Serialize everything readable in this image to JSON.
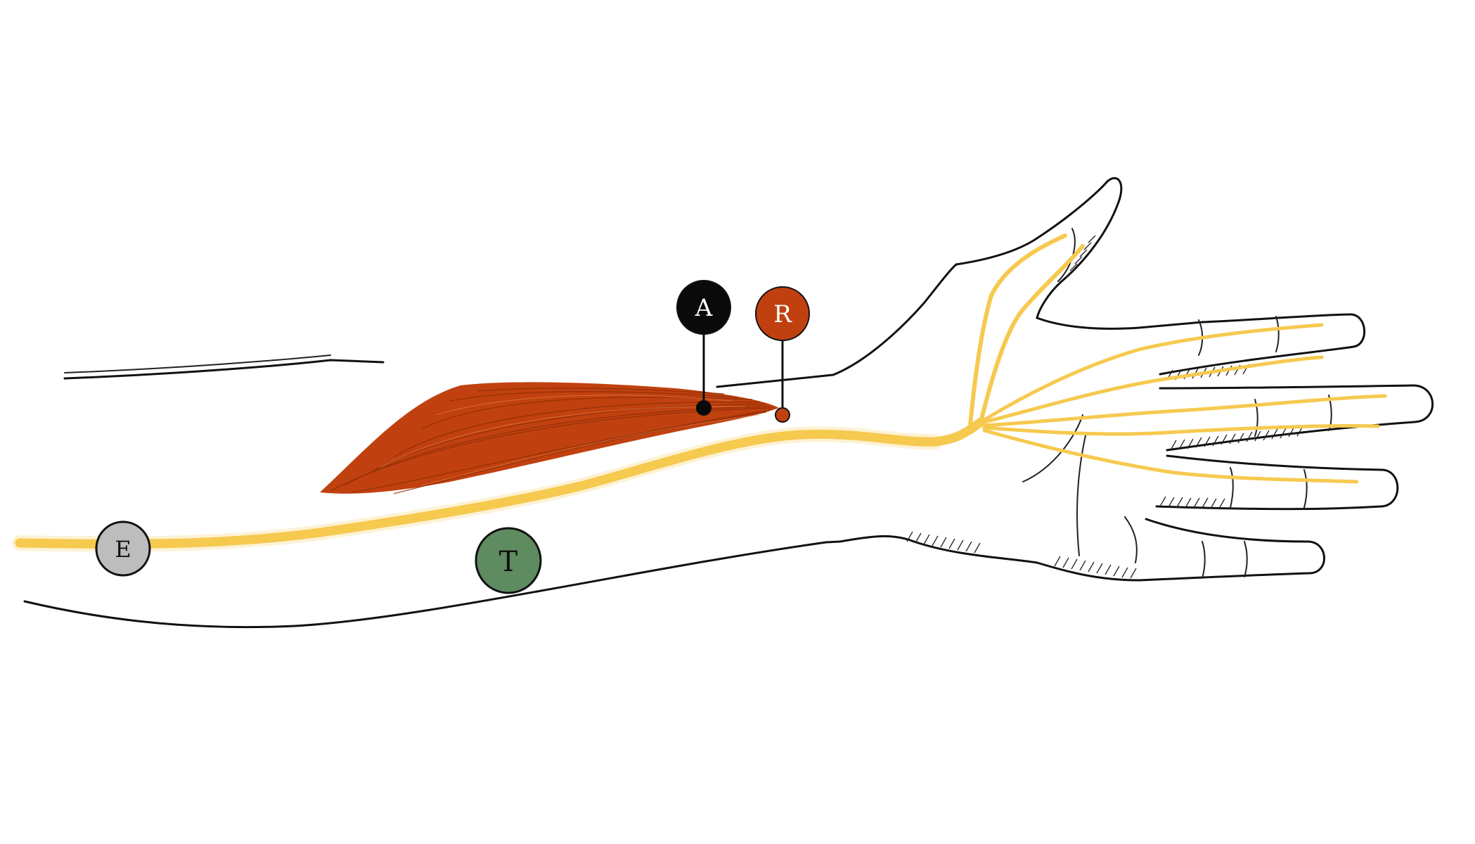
{
  "markers": [
    {
      "id": "A",
      "label": "A",
      "fill": "#0a0a0a",
      "text_color": "#ffffff",
      "has_pin": true,
      "pin_color": "#0a0a0a"
    },
    {
      "id": "R",
      "label": "R",
      "fill": "#c0410f",
      "text_color": "#ffffff",
      "has_pin": true,
      "pin_color": "#c0410f"
    },
    {
      "id": "E",
      "label": "E",
      "fill": "#bdbdbd",
      "text_color": "#111111",
      "has_pin": false
    },
    {
      "id": "T",
      "label": "T",
      "fill": "#5e8b60",
      "text_color": "#111111",
      "has_pin": false
    }
  ],
  "colors": {
    "outline": "#111111",
    "nerve": "#f6c94f",
    "nerve_glow": "#fbe3a0",
    "muscle": "#c0410f",
    "muscle_dark": "#8e2c06"
  }
}
